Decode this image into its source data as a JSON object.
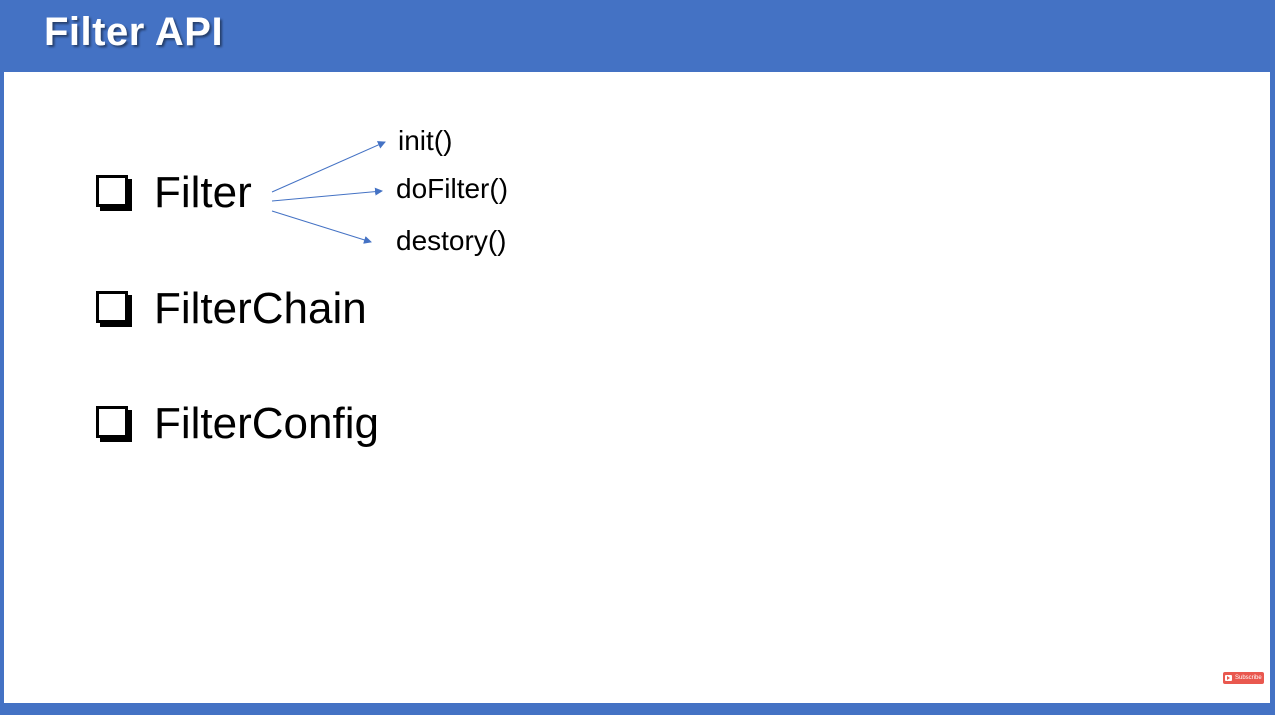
{
  "slide": {
    "title": "Filter API",
    "bullets": [
      {
        "label": "Filter"
      },
      {
        "label": "FilterChain"
      },
      {
        "label": "FilterConfig"
      }
    ],
    "methods": [
      {
        "label": "init()"
      },
      {
        "label": "doFilter()"
      },
      {
        "label": "destory()"
      }
    ]
  },
  "subscribe": {
    "label": "Subscribe"
  },
  "colors": {
    "header": "#4472c4",
    "arrow": "#4472c4",
    "subscribe": "#e9584f"
  }
}
